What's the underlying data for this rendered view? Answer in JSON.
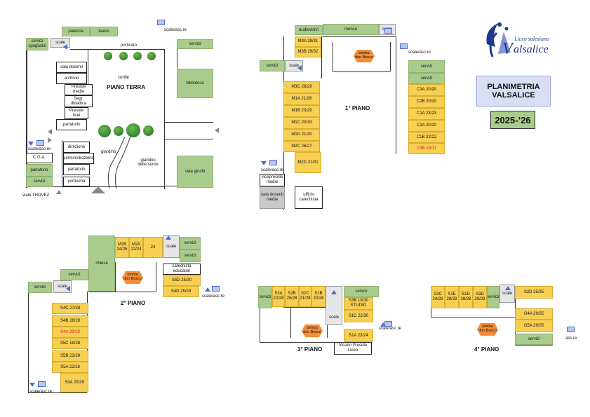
{
  "title": {
    "line1": "PLANIMETRIA",
    "line2": "VALSALICE",
    "year": "2025-’26"
  },
  "logo": {
    "top": "Liceo salesiano",
    "name": "alsalice",
    "initial": "V"
  },
  "colors": {
    "room": "#f7cf52",
    "service": "#a9cc8c",
    "office": "#ffffff",
    "stairs": "#4a6fc9",
    "tomba": "#f28c38",
    "alert": "#d61f1f"
  },
  "tomba_label": {
    "l1": "tomba",
    "l2": "don Bosco"
  },
  "ground": {
    "heading": "PIANO TERRA",
    "cortile": "cortile",
    "porticato": "porticato",
    "palestra": "palestra",
    "teatro": "teatro",
    "servizi_spogliatoi": "servizi spogliatoi",
    "scale": "scale",
    "scale_asc": "scale/asc.re",
    "servizi": "servizi",
    "biblioteca": "biblioteca",
    "sala_docenti": "sala docenti",
    "archivio": "archivio",
    "preside_medie": "Preside medie",
    "segr_didattica": "Segr. didattica",
    "preside_licei": "Preside licei",
    "parlatorio": "parlatorio",
    "cga": "C.G.A.",
    "direzione": "direzione",
    "amministrazione": "amministrazione",
    "portineria": "portineria",
    "giardino": "giardino",
    "giardino_suore": "giardino delle suore",
    "sala_giochi": "sala giochi",
    "viale": "viale THOVEZ"
  },
  "first": {
    "heading": "1° PIANO",
    "audiovisivi": "audiovisivi",
    "mensa": "mensa",
    "scale": "scale",
    "scale_asc": "scale/asc.re",
    "servizi": "servizi",
    "left_rooms": [
      "M3A 28/31",
      "M3B 29/32"
    ],
    "mid_rooms": [
      "M3C 28/29",
      "M1A 21/28",
      "M1B 23/29",
      "M1C 20/30",
      "M1D 21/30",
      "M2C 26/27"
    ],
    "m2d": "M2D 21/31",
    "right_rooms": [
      "C3A 20/20",
      "C2B 20/20",
      "C1A 23/23",
      "C2A 20/20",
      "C1B 22/22"
    ],
    "c3b": "C3B 19/17",
    "vicepreside": "vicepreside medie",
    "sala_docenti_medie": "sala docenti medie",
    "ufficio_catechista": "ufficio catechista"
  },
  "second": {
    "heading": "2° PIANO",
    "chiesa": "chiesa",
    "m2b": "M2B 24/25",
    "m2a": "M2A 22/24",
    "r24": "24",
    "scale": "scale",
    "servizi": "servizi",
    "catechista": "catechista educatori",
    "s5d": "S5D 25/30",
    "s4d": "S4D 25/29",
    "scale_asc": "scale/asc.re",
    "rooms": [
      "S4C 27/28",
      "S4B 28/28"
    ],
    "s4a": "S4A 29/28",
    "rooms2": [
      "S5C 19/28",
      "S5B 21/28",
      "S5A 22/28"
    ],
    "s3a": "S3A 20/29"
  },
  "third": {
    "heading": "3° PIANO",
    "servizi": "servizi",
    "top_rooms": [
      "S2A 22/28",
      "S2B 25/28",
      "S2C 21/28",
      "S1B 20/28"
    ],
    "scale": "scale",
    "s3b": "S3B 19/30 STUDIO",
    "s1c": "S1C 22/30",
    "s1a": "S1A 23/24",
    "scale_asc": "scale/asc.re",
    "vicario": "Vicario Preside Liceo"
  },
  "fourth": {
    "heading": "4° PIANO",
    "top_rooms": [
      "S3C 24/28",
      "S1E 28/28",
      "S1D 28/28",
      "S3D 29/29"
    ],
    "servizi": "servizi",
    "scale": "scale",
    "s2d": "S2D 25/35",
    "g4a": "G4A 29/35",
    "g5a": "G5A 29/35",
    "asc": "asc.re"
  }
}
